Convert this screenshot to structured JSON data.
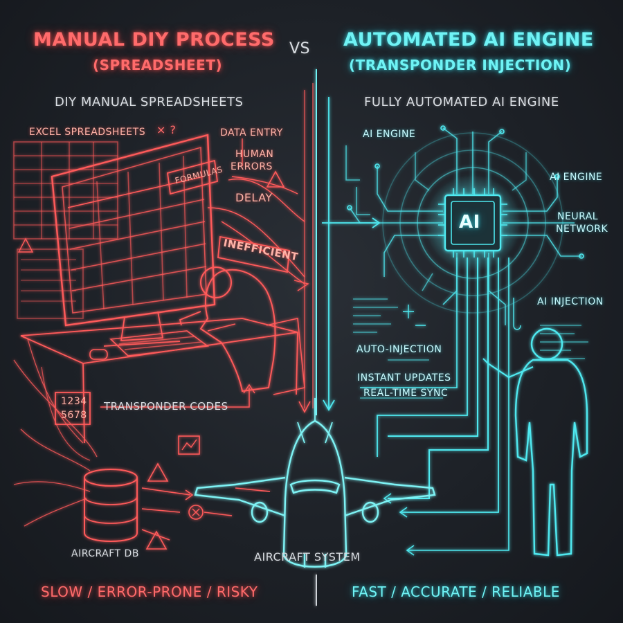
{
  "left": {
    "title": "MANUAL DIY PROCESS",
    "subtitle": "(SPREADSHEET)",
    "section": "DIY MANUAL SPREADSHEETS",
    "labels": {
      "excel": "EXCEL SPREADSHEETS",
      "data_entry": "DATA ENTRY",
      "human": "HUMAN",
      "errors": "ERRORS",
      "delay": "DELAY",
      "formulas": "FORMULAS",
      "inefficient": "INEFFICIENT",
      "code_line1": "1234",
      "code_line2": "5678",
      "transponder_codes": "TRANSPONDER CODES",
      "aircraft_db": "AIRCRAFT DB"
    },
    "footer": "SLOW / ERROR-PRONE / RISKY"
  },
  "vs": "VS",
  "right": {
    "title": "AUTOMATED AI ENGINE",
    "subtitle": "(TRANSPONDER INJECTION)",
    "section": "FULLY AUTOMATED AI ENGINE",
    "labels": {
      "ai_engine_top": "AI ENGINE",
      "ai_engine_right": "AI ENGINE",
      "neural_line1": "NEURAL",
      "neural_line2": "NETWORK",
      "ai_injection": "AI INJECTION",
      "chip": "AI",
      "auto_injection": "AUTO-INJECTION",
      "instant_updates": "INSTANT UPDATES",
      "realtime_sync": "REAL-TIME SYNC"
    },
    "footer": "FAST / ACCURATE / RELIABLE"
  },
  "center": {
    "aircraft_system": "AIRCRAFT SYSTEM"
  },
  "colors": {
    "manual_accent": "#ff5a5a",
    "ai_accent": "#4fe9f0",
    "background": "#1d2127"
  }
}
